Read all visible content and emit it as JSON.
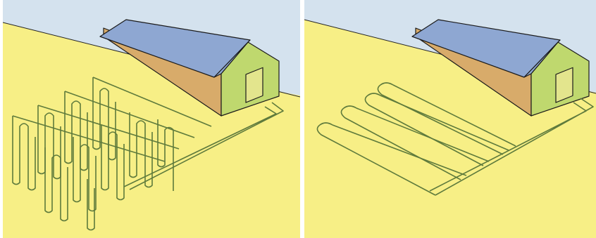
{
  "figure": {
    "colors": {
      "sky": "#d4e2ee",
      "ground": "#f7ef86",
      "roof": "#8ea7d2",
      "side_wall": "#d8ab6a",
      "gable_wall": "#bfd86e",
      "door": "#e3e58d",
      "pipe": "#5e7a3c",
      "outline": "#1a1a1a"
    },
    "panels": [
      {
        "id": "left",
        "icon": "vertical-ground-loop"
      },
      {
        "id": "right",
        "icon": "horizontal-slinky-loop"
      }
    ]
  }
}
